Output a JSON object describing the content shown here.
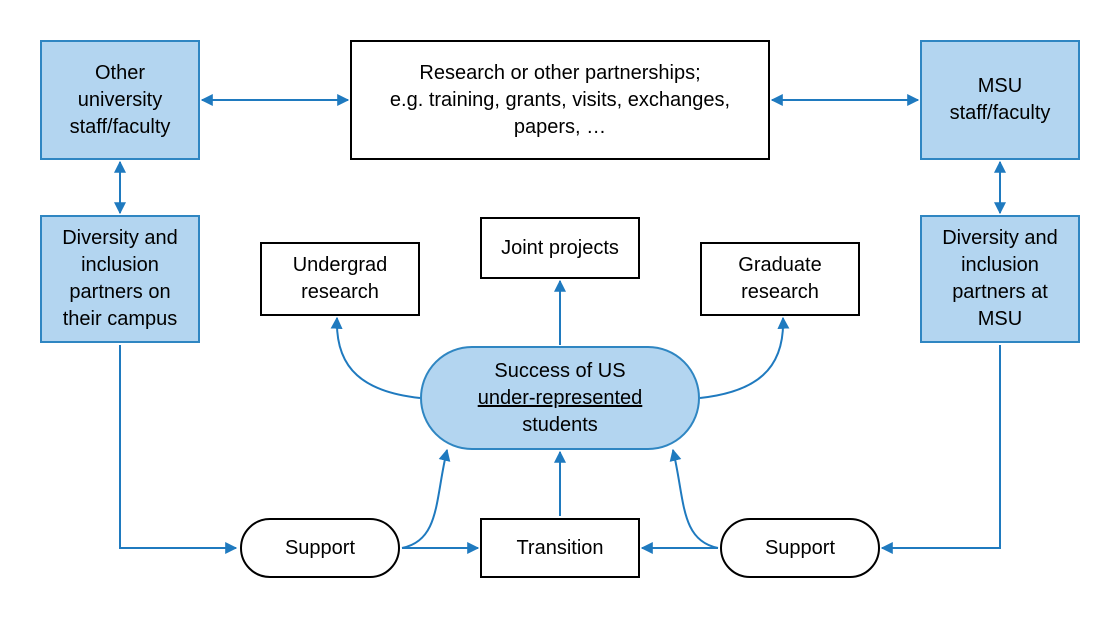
{
  "nodes": {
    "other_staff": [
      "Other",
      "university",
      "staff/faculty"
    ],
    "research_partnerships": [
      "Research or other partnerships;",
      "e.g. training, grants, visits, exchanges,",
      "papers, …"
    ],
    "msu_staff": [
      "MSU",
      "staff/faculty"
    ],
    "di_other": [
      "Diversity and",
      "inclusion",
      "partners on",
      "their campus"
    ],
    "di_msu": [
      "Diversity and",
      "inclusion",
      "partners at",
      "MSU"
    ],
    "undergrad": [
      "Undergrad",
      "research"
    ],
    "joint_projects": [
      "Joint projects"
    ],
    "graduate": [
      "Graduate",
      "research"
    ],
    "success": [
      "Success of US",
      "under-represented",
      "students"
    ],
    "support_left": [
      "Support"
    ],
    "transition": [
      "Transition"
    ],
    "support_right": [
      "Support"
    ]
  },
  "colors": {
    "blue_fill": "#b3d5f0",
    "blue_stroke": "#2f86c2",
    "arrow": "#1f7abf"
  }
}
